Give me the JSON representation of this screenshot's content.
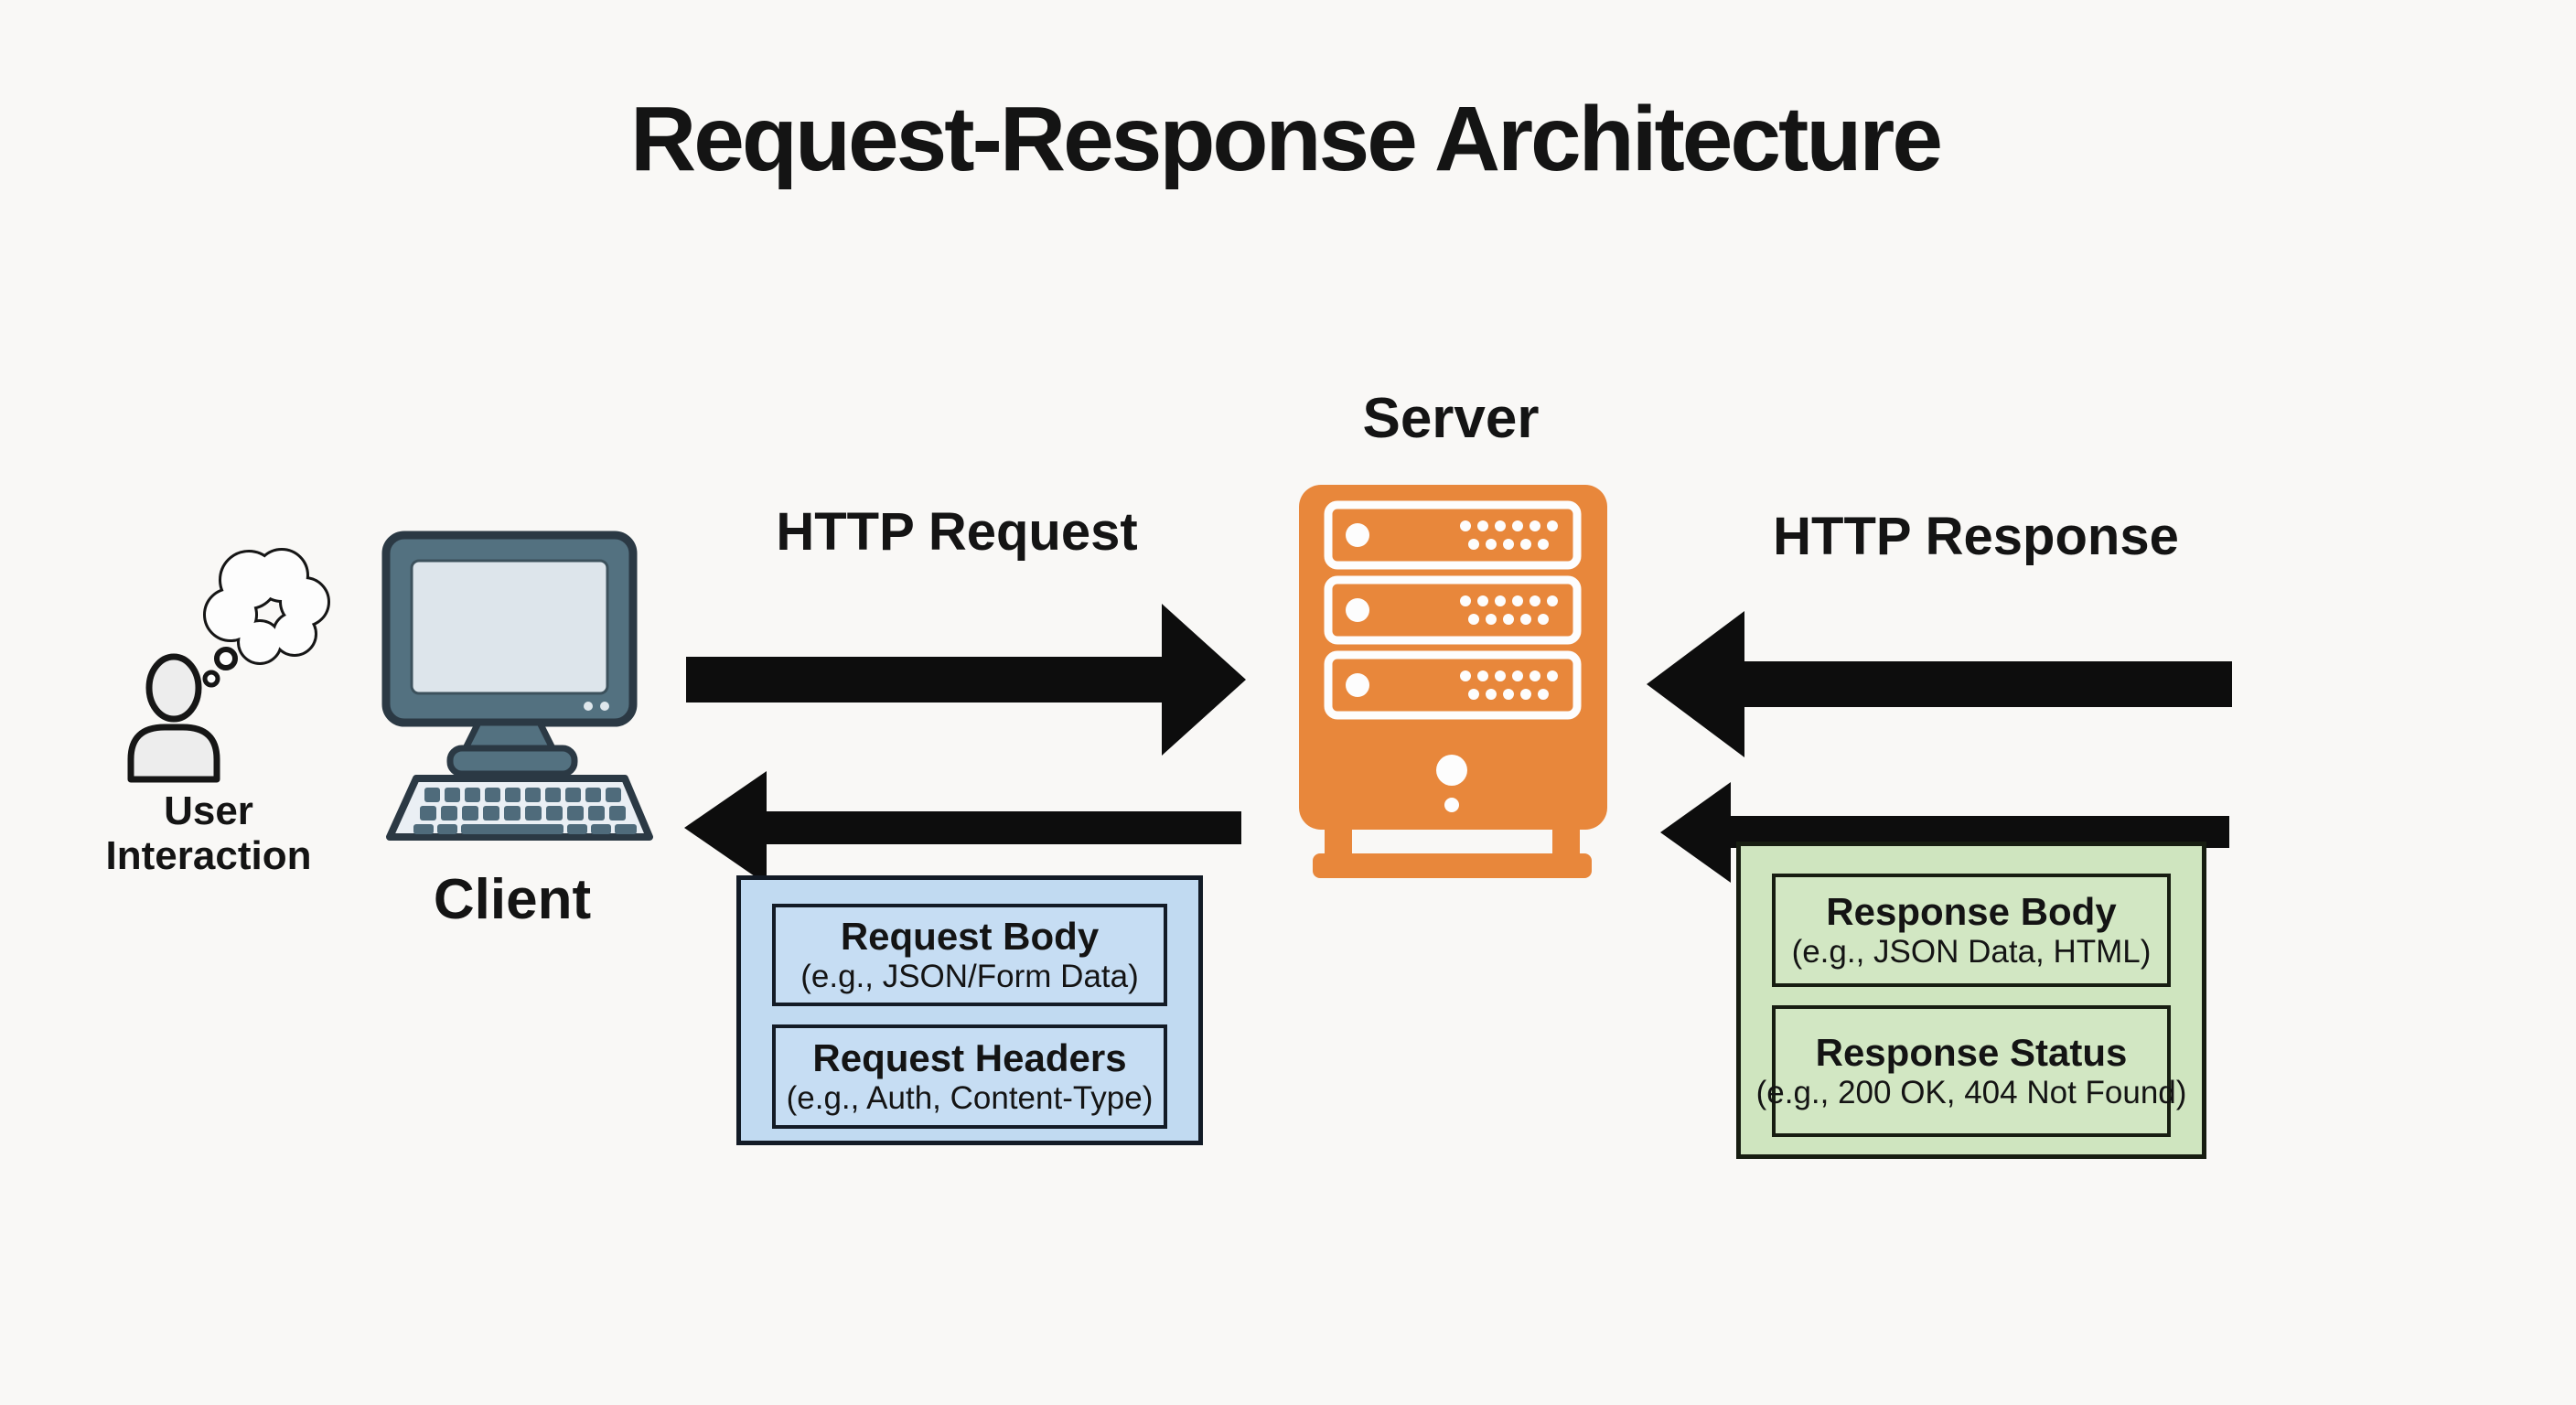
{
  "title": "Request-Response Architecture",
  "labels": {
    "user": {
      "line1": "User",
      "line2": "Interaction"
    },
    "client": "Client",
    "server": "Server",
    "http_request": "HTTP Request",
    "http_response": "HTTP Response"
  },
  "request_info": {
    "items": [
      {
        "title": "Request Body",
        "subtitle": "(e.g., JSON/Form Data)"
      },
      {
        "title": "Request Headers",
        "subtitle": "(e.g., Auth, Content-Type)"
      }
    ]
  },
  "response_info": {
    "items": [
      {
        "title": "Response Body",
        "subtitle": "(e.g., JSON Data, HTML)"
      },
      {
        "title": "Response Status",
        "subtitle": "(e.g., 200 OK, 404 Not Found)"
      }
    ]
  },
  "icons": {
    "user": "user-icon",
    "thought_bubble": "thought-bubble-icon",
    "client_computer": "client-computer-icon",
    "server": "server-rack-icon",
    "request_arrow": "request-arrow-right-icon",
    "client_return_arrow": "server-to-client-arrow-left-icon",
    "response_arrow": "response-arrow-left-icon",
    "response_return_arrow": "response-secondary-arrow-left-icon"
  },
  "colors": {
    "background": "#f9f8f6",
    "arrow_black": "#0d0d0d",
    "server_orange": "#e8873b",
    "request_box_fill": "#c1daf1",
    "response_box_fill": "#cfe5bf",
    "monitor_frame": "#537180",
    "monitor_screen": "#dde5eb",
    "keyboard_key": "#4f6b7b",
    "text": "#141414"
  }
}
